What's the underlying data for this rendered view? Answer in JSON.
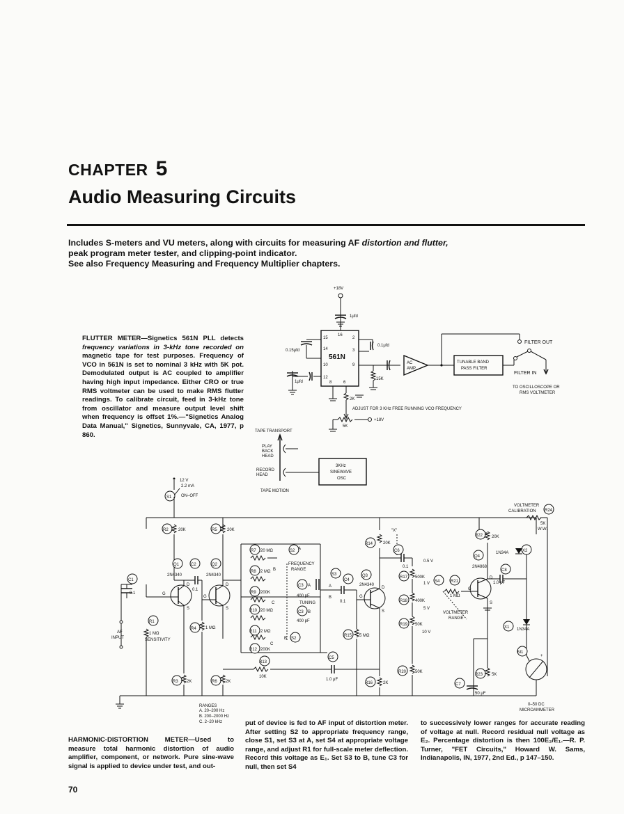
{
  "header": {
    "chapter_label": "CHAPTER",
    "chapter_number": "5",
    "title": "Audio Measuring Circuits"
  },
  "intro": {
    "part1": "Includes S-meters and VU meters, along with circuits for measuring AF",
    "part2": "distortion and flutter,",
    "part3": " peak program meter tester, and clipping-point indicator.",
    "part4": "See also Frequency Measuring and Frequency Multiplier chapters."
  },
  "flutter": {
    "caption_head": "FLUTTER METER—Signetics 561N PLL detects",
    "caption_italic": "frequency variations in 3-kHz tone recorded on",
    "caption_rest": " magnetic tape for test purposes. Frequency of VCO in 561N is set to nominal 3 kHz with 5K pot. Demodulated output is AC coupled to amplifier having high input impedance. Either CRO or true RMS voltmeter can be used to make RMS flutter readings. To calibrate circuit, feed in 3-kHz tone from oscillator and measure output level shift when frequency is offset 1%.—\"Signetics Analog Data Manual,\" Signetics, Sunnyvale, CA, 1977, p 860.",
    "schematic": {
      "supply": "+18V",
      "cap_1uf_top": "1μfd",
      "cap_015": "0.15μfd",
      "cap_01": "0.1μfd",
      "cap_1uf_left": "1μfd",
      "ic": "561N",
      "pin15": "15",
      "pin16": "16",
      "pin2": "2",
      "pin14": "14",
      "pin3": "3",
      "pin10": "10",
      "pin9": "9",
      "pin12": "12",
      "pin8": "8",
      "pin6": "6",
      "r15k": "15K",
      "r2k": "2K",
      "r5k": "5K",
      "adjust": "ADJUST FOR 3 KHz FREE RUNNING VCO FREQUENCY",
      "plus18": "+18V",
      "ac_amp_1": "AC",
      "ac_amp_2": "AMP",
      "filter_1": "TUNABLE BAND",
      "filter_2": "PASS FILTER",
      "filter_out": "FILTER OUT",
      "filter_in": "FILTER IN",
      "to_scope_1": "TO OSCILLOSCOPE OR",
      "to_scope_2": "RMS VOLTMETER",
      "tape_transport": "TAPE TRANSPORT",
      "play": "PLAY",
      "back": "BACK",
      "head": "HEAD",
      "record": "RECORD",
      "head2": "HEAD",
      "osc_1": "3KHz",
      "osc_2": "SINEWAVE",
      "osc_3": "OSC",
      "tape_motion": "TAPE MOTION"
    }
  },
  "distortion": {
    "schematic": {
      "v12": "12 V",
      "ma": "2.2 mA",
      "s1": "S1",
      "onoff": "ON–OFF",
      "r2": "R2",
      "r2v": "20K",
      "r5": "R5",
      "r5v": "20K",
      "r7": "R7",
      "r7v": "20 MΩ",
      "r8": "R8",
      "r8v": "2 MΩ",
      "r9": "R9",
      "r9v": "200K",
      "r10": "R10",
      "r10v": "20 MΩ",
      "r11": "R11",
      "r11v": "2 MΩ",
      "r12": "R12",
      "r12v": "200K",
      "r13": "R13",
      "r13v": "10K",
      "r14": "R14",
      "r14v": "20K",
      "r15": "R15",
      "r15v": "5 MΩ",
      "r16": "R16",
      "r16v": "2K",
      "r17": "R17",
      "r17v": "500K",
      "r18": "R18",
      "r18v": "400K",
      "r19": "R19",
      "r19v": "50K",
      "r20": "R20",
      "r20v": "50K",
      "r21": "R21",
      "r21v": "1 MΩ",
      "r22": "R22",
      "r22v": "20K",
      "r23": "R23",
      "r23v": "5K",
      "r24": "R24",
      "r3": "R3",
      "r3v": "2K",
      "r4": "R4",
      "r4v": "1 MΩ",
      "r6": "R6",
      "r6v": "2K",
      "r1": "R1",
      "r1v": "1 MΩ",
      "sensitivity": "SENSITIVITY",
      "q1": "Q1",
      "q1v": "2N4340",
      "q2": "Q2",
      "q2v": "2N4340",
      "q3": "Q3",
      "q3v": "2N4340",
      "q4": "Q4",
      "q4v": "2N4868",
      "c1": "C1",
      "c1v": "0.1",
      "c2": "C2",
      "c2v": "0.1",
      "c3a": "C3",
      "c3b": "C3",
      "c4": "C4",
      "c4v": "0.1",
      "c5": "C5",
      "c5v": "1.0 μF",
      "c6": "C6",
      "c6v": "0.1",
      "c7": "C7",
      "c7v": "50 μF",
      "c8": "C8",
      "c8v": "1.0 μF",
      "s2": "S2",
      "s3": "S3",
      "s4": "S4",
      "frequency": "FREQUENCY",
      "range": "RANGE",
      "pf400a": "400 pF",
      "tuning": "TUNING",
      "pf400b": "400 pF",
      "af_input_1": "AF",
      "af_input_2": "INPUT",
      "x_label": "\"X\"",
      "v05": "0.5 V",
      "v1": "1 V",
      "v5": "5 V",
      "v10": "10 V",
      "voltmeter_range_1": "VOLTMETER",
      "voltmeter_range_2": "RANGE",
      "volt_cal_1": "VOLTMETER",
      "volt_cal_2": "CALIBRATION",
      "r24v1": "5K",
      "r24v2": "W.W.",
      "x1": "X1",
      "x2": "X2",
      "d1": "1N34A",
      "d2": "1N34A",
      "m1": "M1",
      "meter_1": "0–50 DC",
      "meter_2": "MICROAMMETER",
      "ranges_title": "RANGES",
      "range_a": "A.  20–200 Hz",
      "range_b": "B.  200–2000 Hz",
      "range_c": "C.  2–20 kHz"
    },
    "col1_head": "HARMONIC-DISTORTION METER—Used to",
    "col1_rest": " measure total harmonic distortion of audio amplifier, component, or network. Pure sine-wave signal is applied to device under test, and out-",
    "col2": "put of device is fed to AF input of distortion meter. After setting S2 to appropriate frequency range, close S1, set S3 at A, set S4 at appropriate voltage range, and adjust R1 for full-scale meter deflection. Record this voltage as E₁. Set S3 to B, tune C3 for null, then set S4",
    "col3": "to successively lower ranges for accurate reading of voltage at null. Record residual null voltage as E₂. Percentage distortion is then 100E₂/E₁.—R. P. Turner, \"FET Circuits,\" Howard W. Sams, Indianapolis, IN, 1977, 2nd Ed., p 147–150."
  },
  "footer": {
    "page_number": "70"
  }
}
